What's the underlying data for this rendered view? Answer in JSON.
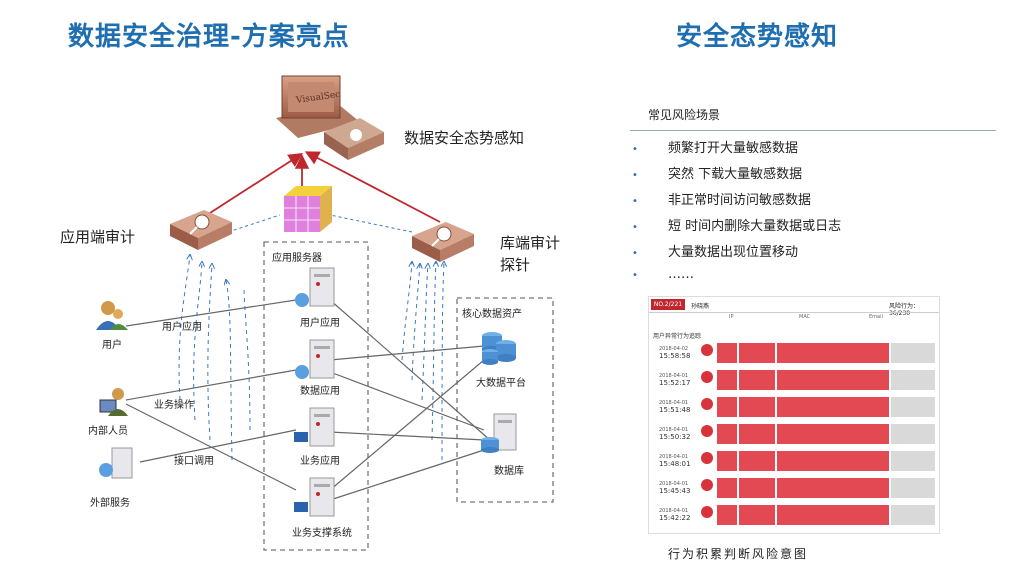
{
  "title_left": "数据安全治理-方案亮点",
  "title_right": "安全态势感知",
  "diagram": {
    "console_label": "数据安全态势感知",
    "console_logo": "VisualSec",
    "app_audit": "应用端审计",
    "db_audit_line1": "库端审计",
    "db_audit_line2": "探针",
    "app_server_box": "应用服务器",
    "core_assets_box": "核心数据资产",
    "servers": [
      "用户应用",
      "数据应用",
      "业务应用",
      "业务支撑系统"
    ],
    "actors": [
      "用户",
      "内部人员",
      "外部服务"
    ],
    "edges": [
      "用户应用",
      "业务操作",
      "接口调用"
    ],
    "assets": [
      "大数据平台",
      "数据库"
    ]
  },
  "risk": {
    "heading": "常见风险场景",
    "items": [
      "频繁打开大量敏感数据",
      "突然 下载大量敏感数据",
      "非正常时间访问敏感数据",
      "短 时间内删除大量数据或日志",
      "大量数据出现位置移动",
      "……"
    ],
    "caption": "行为积累判断风险意图"
  },
  "screenshot": {
    "badge": "NO.2/221",
    "tab": "孙晓燕",
    "score": "风险行为：36/230",
    "col_ip": "IP",
    "col_mac": "MAC",
    "col_email": "Email",
    "section": "用户异常行为追踪",
    "rows": [
      {
        "date": "2018-04-02",
        "time": "15:58:58"
      },
      {
        "date": "2018-04-01",
        "time": "15:52:17"
      },
      {
        "date": "2018-04-01",
        "time": "15:51:48"
      },
      {
        "date": "2018-04-01",
        "time": "15:50:32"
      },
      {
        "date": "2018-04-01",
        "time": "15:48:01"
      },
      {
        "date": "2018-04-01",
        "time": "15:45:43"
      },
      {
        "date": "2018-04-01",
        "time": "15:42:22"
      }
    ]
  },
  "colors": {
    "title": "#1f6fb0",
    "red_line": "#c0272d",
    "dashed_blue": "#3a78c2",
    "box_red": "#e34953"
  }
}
